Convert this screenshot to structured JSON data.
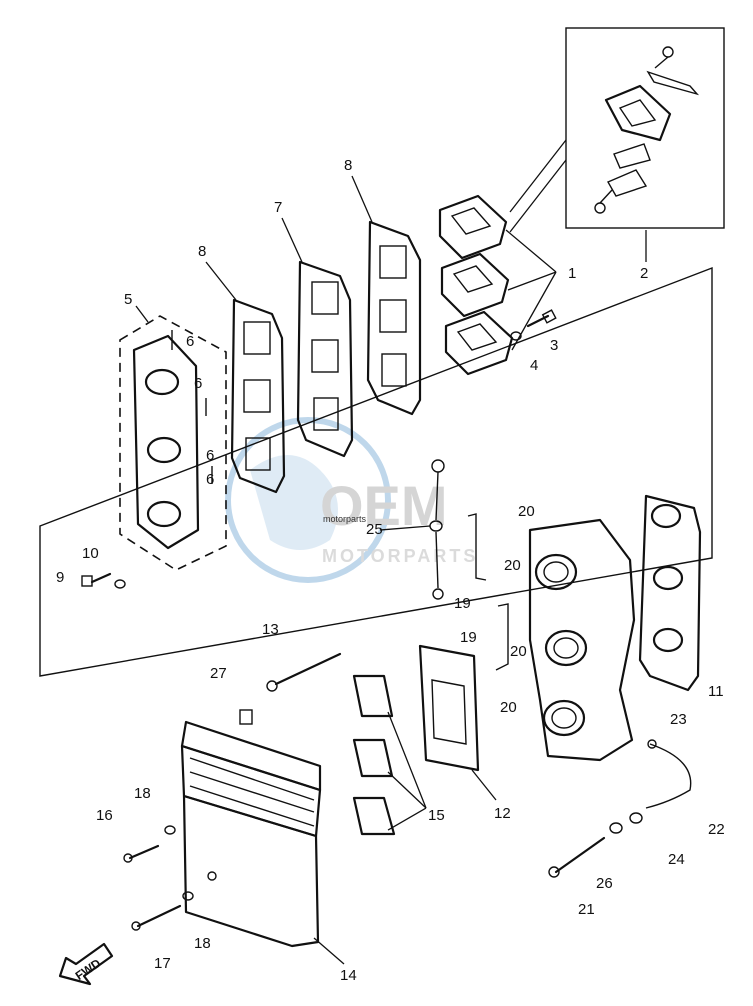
{
  "diagram": {
    "callouts": [
      "1",
      "2",
      "3",
      "4",
      "5",
      "6",
      "6",
      "6",
      "6",
      "7",
      "8",
      "8",
      "9",
      "10",
      "11",
      "12",
      "13",
      "14",
      "15",
      "16",
      "17",
      "18",
      "18",
      "19",
      "19",
      "20",
      "20",
      "20",
      "20",
      "21",
      "22",
      "23",
      "24",
      "25",
      "26",
      "27"
    ],
    "fwd_label": "FWD",
    "watermark": {
      "logo": "OEM",
      "sub": "MOTORPARTS",
      "small": "motorparts"
    }
  }
}
